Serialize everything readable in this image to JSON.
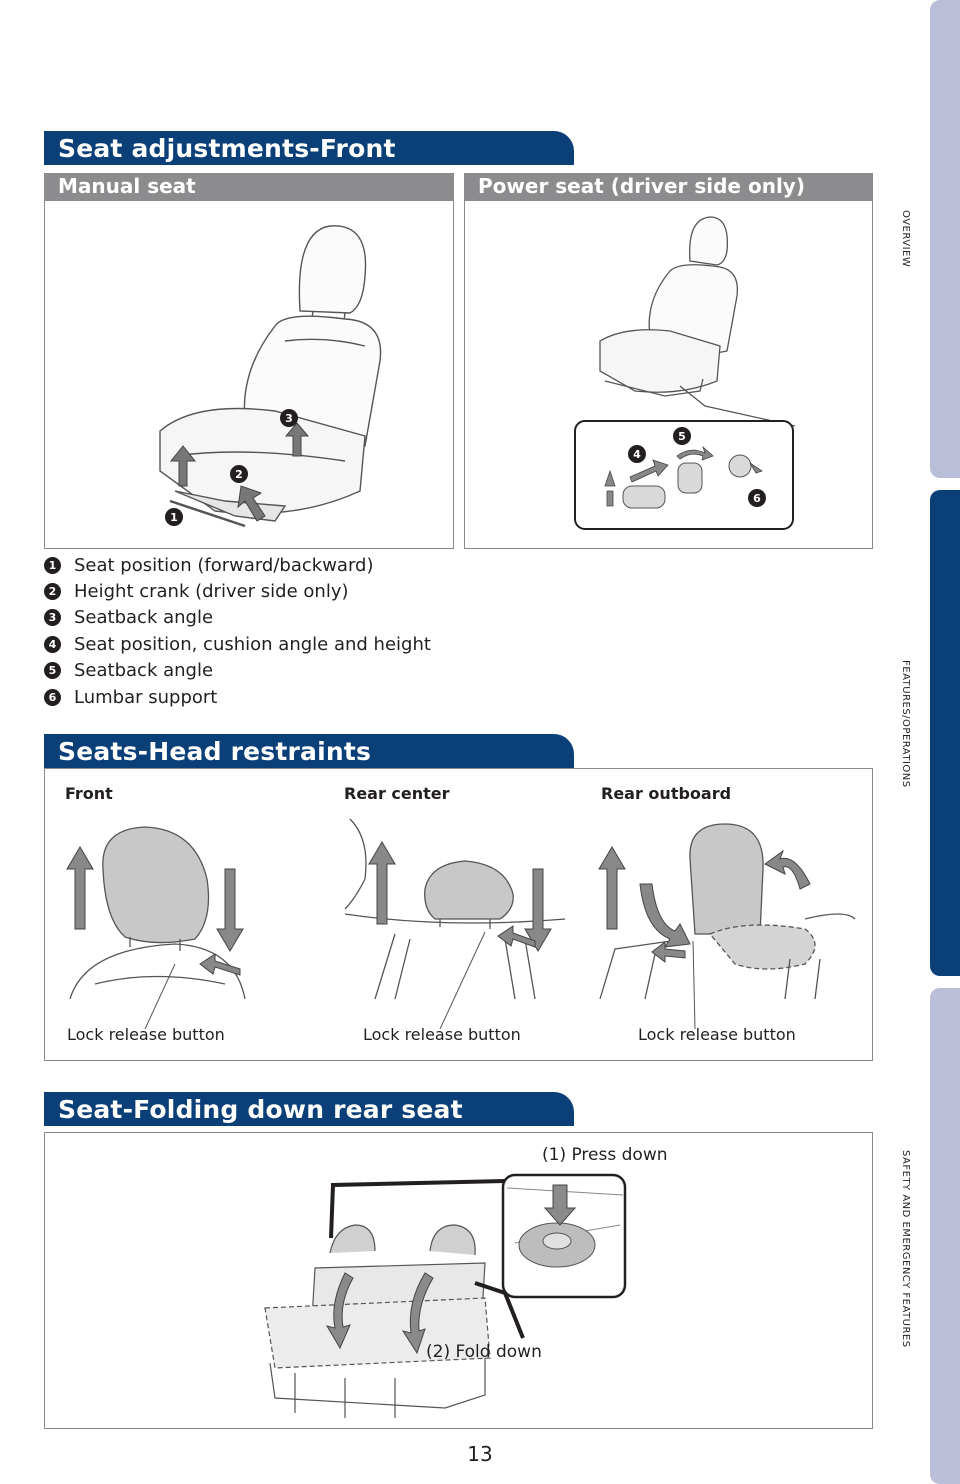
{
  "sections": {
    "front_seat": {
      "title": "Seat adjustments-Front",
      "manual_label": "Manual seat",
      "power_label": "Power seat (driver side only)",
      "items": [
        {
          "num": "1",
          "text": "Seat position (forward/backward)"
        },
        {
          "num": "2",
          "text": "Height crank (driver side only)"
        },
        {
          "num": "3",
          "text": "Seatback angle"
        },
        {
          "num": "4",
          "text": "Seat position, cushion angle and height"
        },
        {
          "num": "5",
          "text": "Seatback angle"
        },
        {
          "num": "6",
          "text": "Lumbar support"
        }
      ]
    },
    "head_restraints": {
      "title": "Seats-Head restraints",
      "front_label": "Front",
      "rear_center_label": "Rear center",
      "rear_outboard_label": "Rear outboard",
      "lock_release": "Lock release button"
    },
    "folding": {
      "title": "Seat-Folding down rear seat",
      "press_down": "(1) Press down",
      "fold_down": "(2) Fold down"
    }
  },
  "side_tabs": [
    "OVERVIEW",
    "FEATURES/OPERATIONS",
    "SAFETY AND EMERGENCY FEATURES"
  ],
  "active_tab": "FEATURES/OPERATIONS",
  "page_number": "13",
  "colors": {
    "banner": "#0a3f78",
    "subhead": "#8c8c8e",
    "tab_inactive": "#babed9",
    "tab_active": "#0a3f78"
  }
}
